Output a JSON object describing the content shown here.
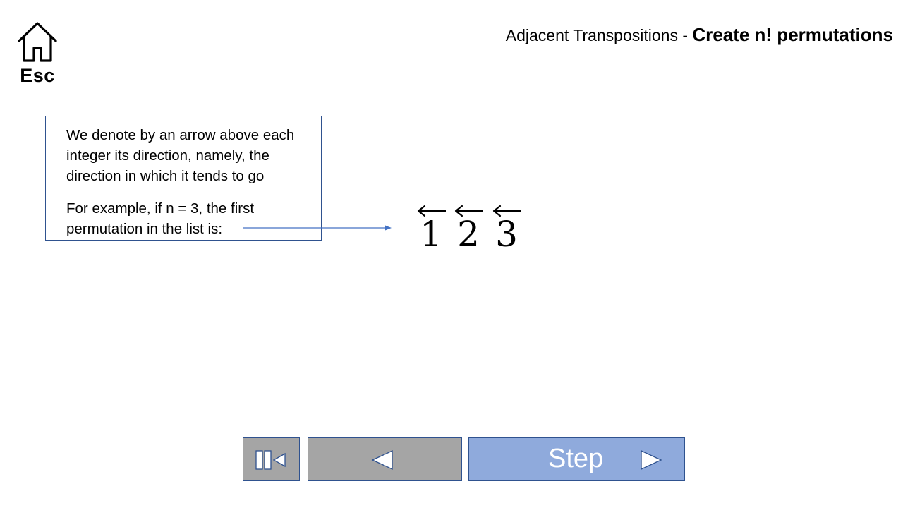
{
  "home": {
    "icon": "home-icon",
    "label": "Esc"
  },
  "header": {
    "title_prefix": "Adjacent Transpositions - ",
    "title_main": "Create n! permutations"
  },
  "info": {
    "paragraph1": "We denote by an arrow above each integer its direction, namely, the direction in which it tends to go",
    "paragraph2": "For example, if n = 3, the first permutation in the list is:"
  },
  "permutation": {
    "items": [
      {
        "value": "1",
        "direction": "left"
      },
      {
        "value": "2",
        "direction": "left"
      },
      {
        "value": "3",
        "direction": "left"
      }
    ]
  },
  "controls": {
    "first_icon": "skip-to-start-icon",
    "prev_icon": "triangle-left-icon",
    "step_label": "Step",
    "step_icon": "triangle-right-icon"
  },
  "colors": {
    "gray_button": "#A5A5A5",
    "step_button": "#8FAADC",
    "border": "#2F528F",
    "pointer": "#4472C4"
  }
}
